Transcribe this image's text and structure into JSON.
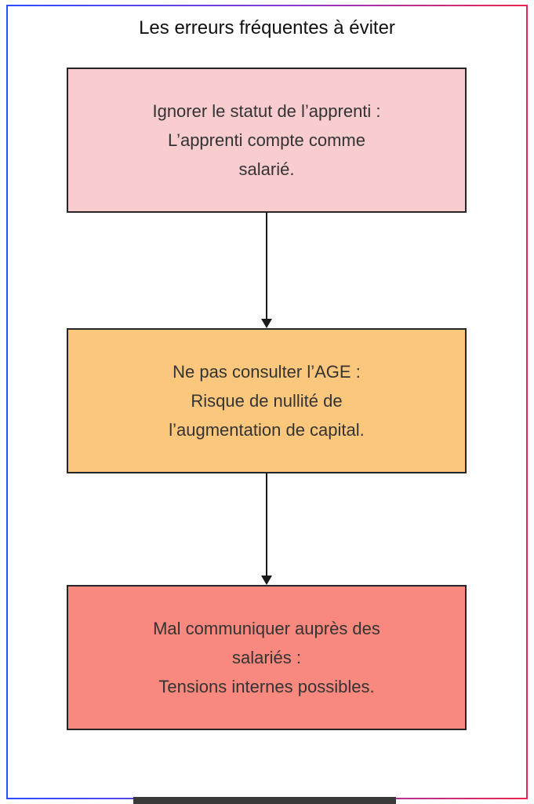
{
  "diagram": {
    "title": "Les erreurs fréquentes à éviter",
    "nodes": [
      {
        "id": "node-apprenti",
        "text": "Ignorer le statut de l’apprenti :\nL’apprenti compte comme\nsalarié.",
        "fill": "#f9ccd0",
        "stroke": "#262626"
      },
      {
        "id": "node-age",
        "text": "Ne pas consulter l’AGE :\nRisque de nullité de\nl’augmentation de capital.",
        "fill": "#fbc77d",
        "stroke": "#262626"
      },
      {
        "id": "node-communication",
        "text": "Mal communiquer auprès des\nsalariés :\nTensions internes possibles.",
        "fill": "#f9897f",
        "stroke": "#262626"
      }
    ],
    "connectors": [
      {
        "from": "node-apprenti",
        "to": "node-age",
        "style": "arrow"
      },
      {
        "from": "node-age",
        "to": "node-communication",
        "style": "arrow"
      }
    ],
    "colors": {
      "frame_gradient_start": "#2b50ff",
      "frame_gradient_end": "#e8254d",
      "text": "#333333",
      "arrow": "#1a1a1a",
      "background": "#ffffff"
    }
  }
}
